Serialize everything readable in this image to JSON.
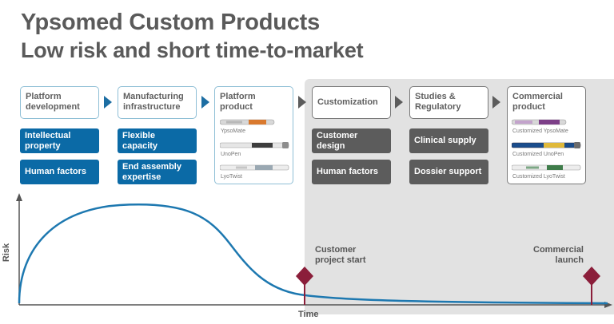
{
  "header": {
    "title": "Ypsomed Custom Products",
    "subtitle": "Low risk and short time-to-market"
  },
  "stages": [
    {
      "label": "Platform development"
    },
    {
      "label": "Manufacturing infrastructure"
    },
    {
      "label": "Platform product",
      "products": [
        "YpsoMate",
        "UnoPen",
        "LyoTwist"
      ]
    },
    {
      "label": "Customization"
    },
    {
      "label": "Studies & Regulatory"
    },
    {
      "label": "Commercial product",
      "products": [
        "Customized YpsoMate",
        "Customized UnoPen",
        "Customized LyoTwist"
      ]
    }
  ],
  "tags": {
    "platform_development": [
      "Intellectual property",
      "Human factors"
    ],
    "manufacturing": [
      "Flexible capacity",
      "End assembly expertise"
    ],
    "customization": [
      "Customer design",
      "Human factors"
    ],
    "studies": [
      "Clinical supply",
      "Dossier support"
    ]
  },
  "chart": {
    "y_axis_label": "Risk",
    "x_axis_label": "Time",
    "milestones": [
      "Customer project start",
      "Commercial launch"
    ]
  },
  "colors": {
    "blue": "#0b6aa6",
    "curve": "#1d78b0",
    "dark_gray": "#5c5c5c",
    "panel_gray": "#e2e2e2",
    "milestone": "#8b1e3a"
  },
  "icons": [
    "arrow-right-icon",
    "pen-injector-icon",
    "diamond-marker-icon"
  ]
}
